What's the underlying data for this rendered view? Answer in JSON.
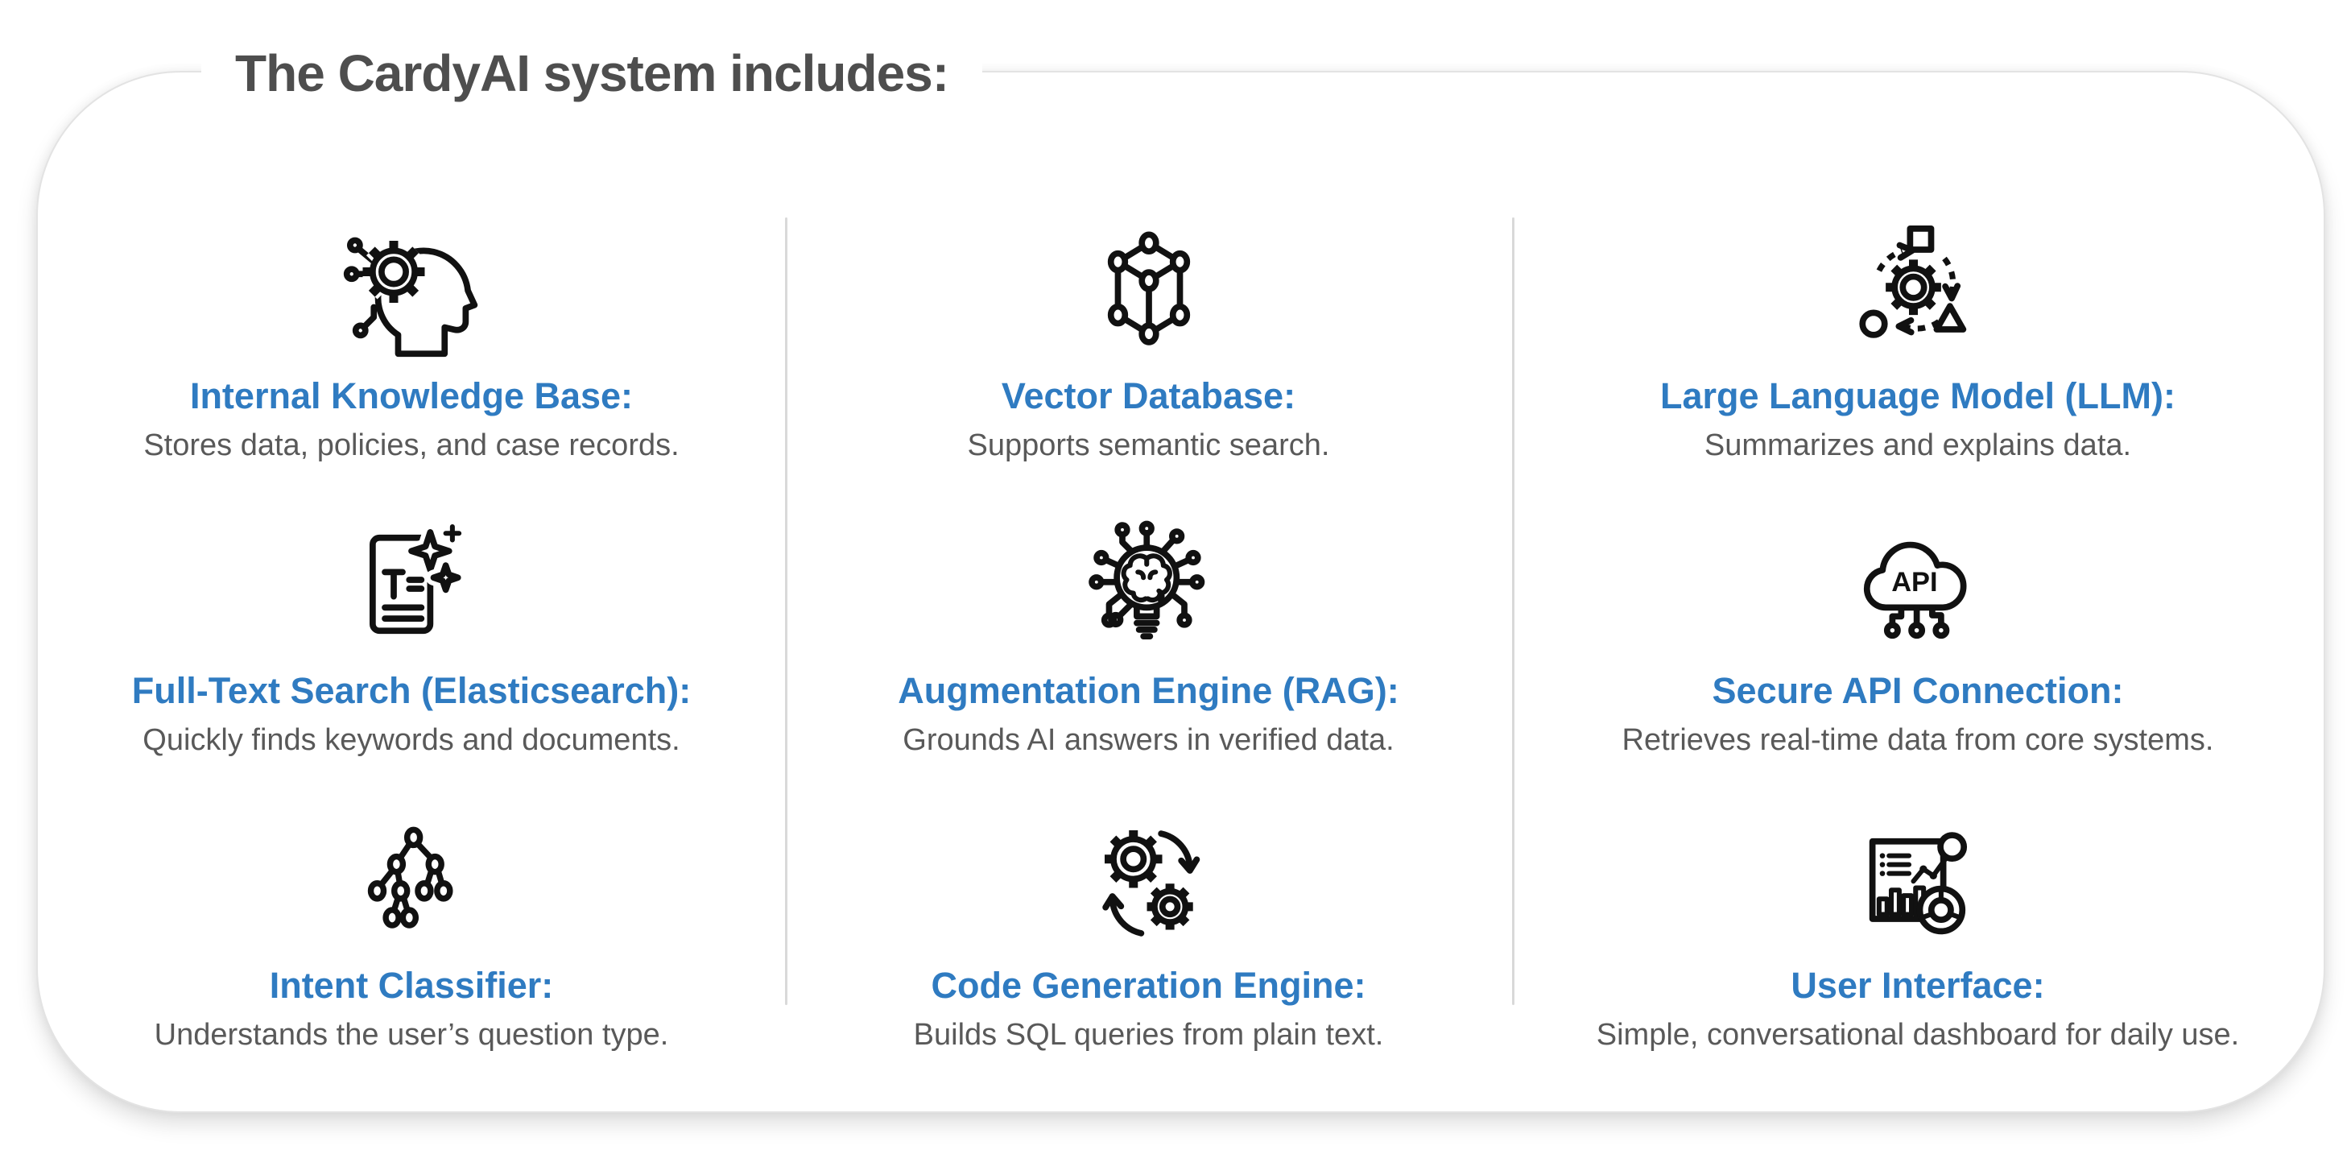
{
  "page": {
    "title": "The CardyAI system includes:"
  },
  "colors": {
    "accent_blue": "#2f7bc1",
    "title_gray": "#4e4e4e",
    "body_text_gray": "#595959",
    "icon_stroke": "#111111",
    "divider_gray": "#d9d9d9",
    "card_background": "#ffffff"
  },
  "icons": {
    "api_label": "API"
  },
  "grid": {
    "items": [
      {
        "icon": "head-gear-icon",
        "title": "Internal Knowledge Base:",
        "description": "Stores data, policies, and case records."
      },
      {
        "icon": "cube-network-icon",
        "title": "Vector Database:",
        "description": "Supports semantic search."
      },
      {
        "icon": "gear-cycle-shapes-icon",
        "title": "Large Language Model (LLM):",
        "description": "Summarizes and explains data."
      },
      {
        "icon": "document-sparkles-icon",
        "title": "Full-Text Search (Elasticsearch):",
        "description": "Quickly finds keywords and documents."
      },
      {
        "icon": "bulb-brain-circuit-icon",
        "title": "Augmentation Engine (RAG):",
        "description": "Grounds AI answers in verified data."
      },
      {
        "icon": "api-cloud-icon",
        "title": "Secure API Connection:",
        "description": "Retrieves real-time data from core systems."
      },
      {
        "icon": "decision-tree-icon",
        "title": "Intent Classifier:",
        "description": "Understands the user’s question type."
      },
      {
        "icon": "gears-sync-icon",
        "title": "Code Generation Engine:",
        "description": "Builds SQL queries from plain text."
      },
      {
        "icon": "dashboard-charts-icon",
        "title": "User Interface:",
        "description": "Simple, conversational dashboard for daily use."
      }
    ]
  }
}
